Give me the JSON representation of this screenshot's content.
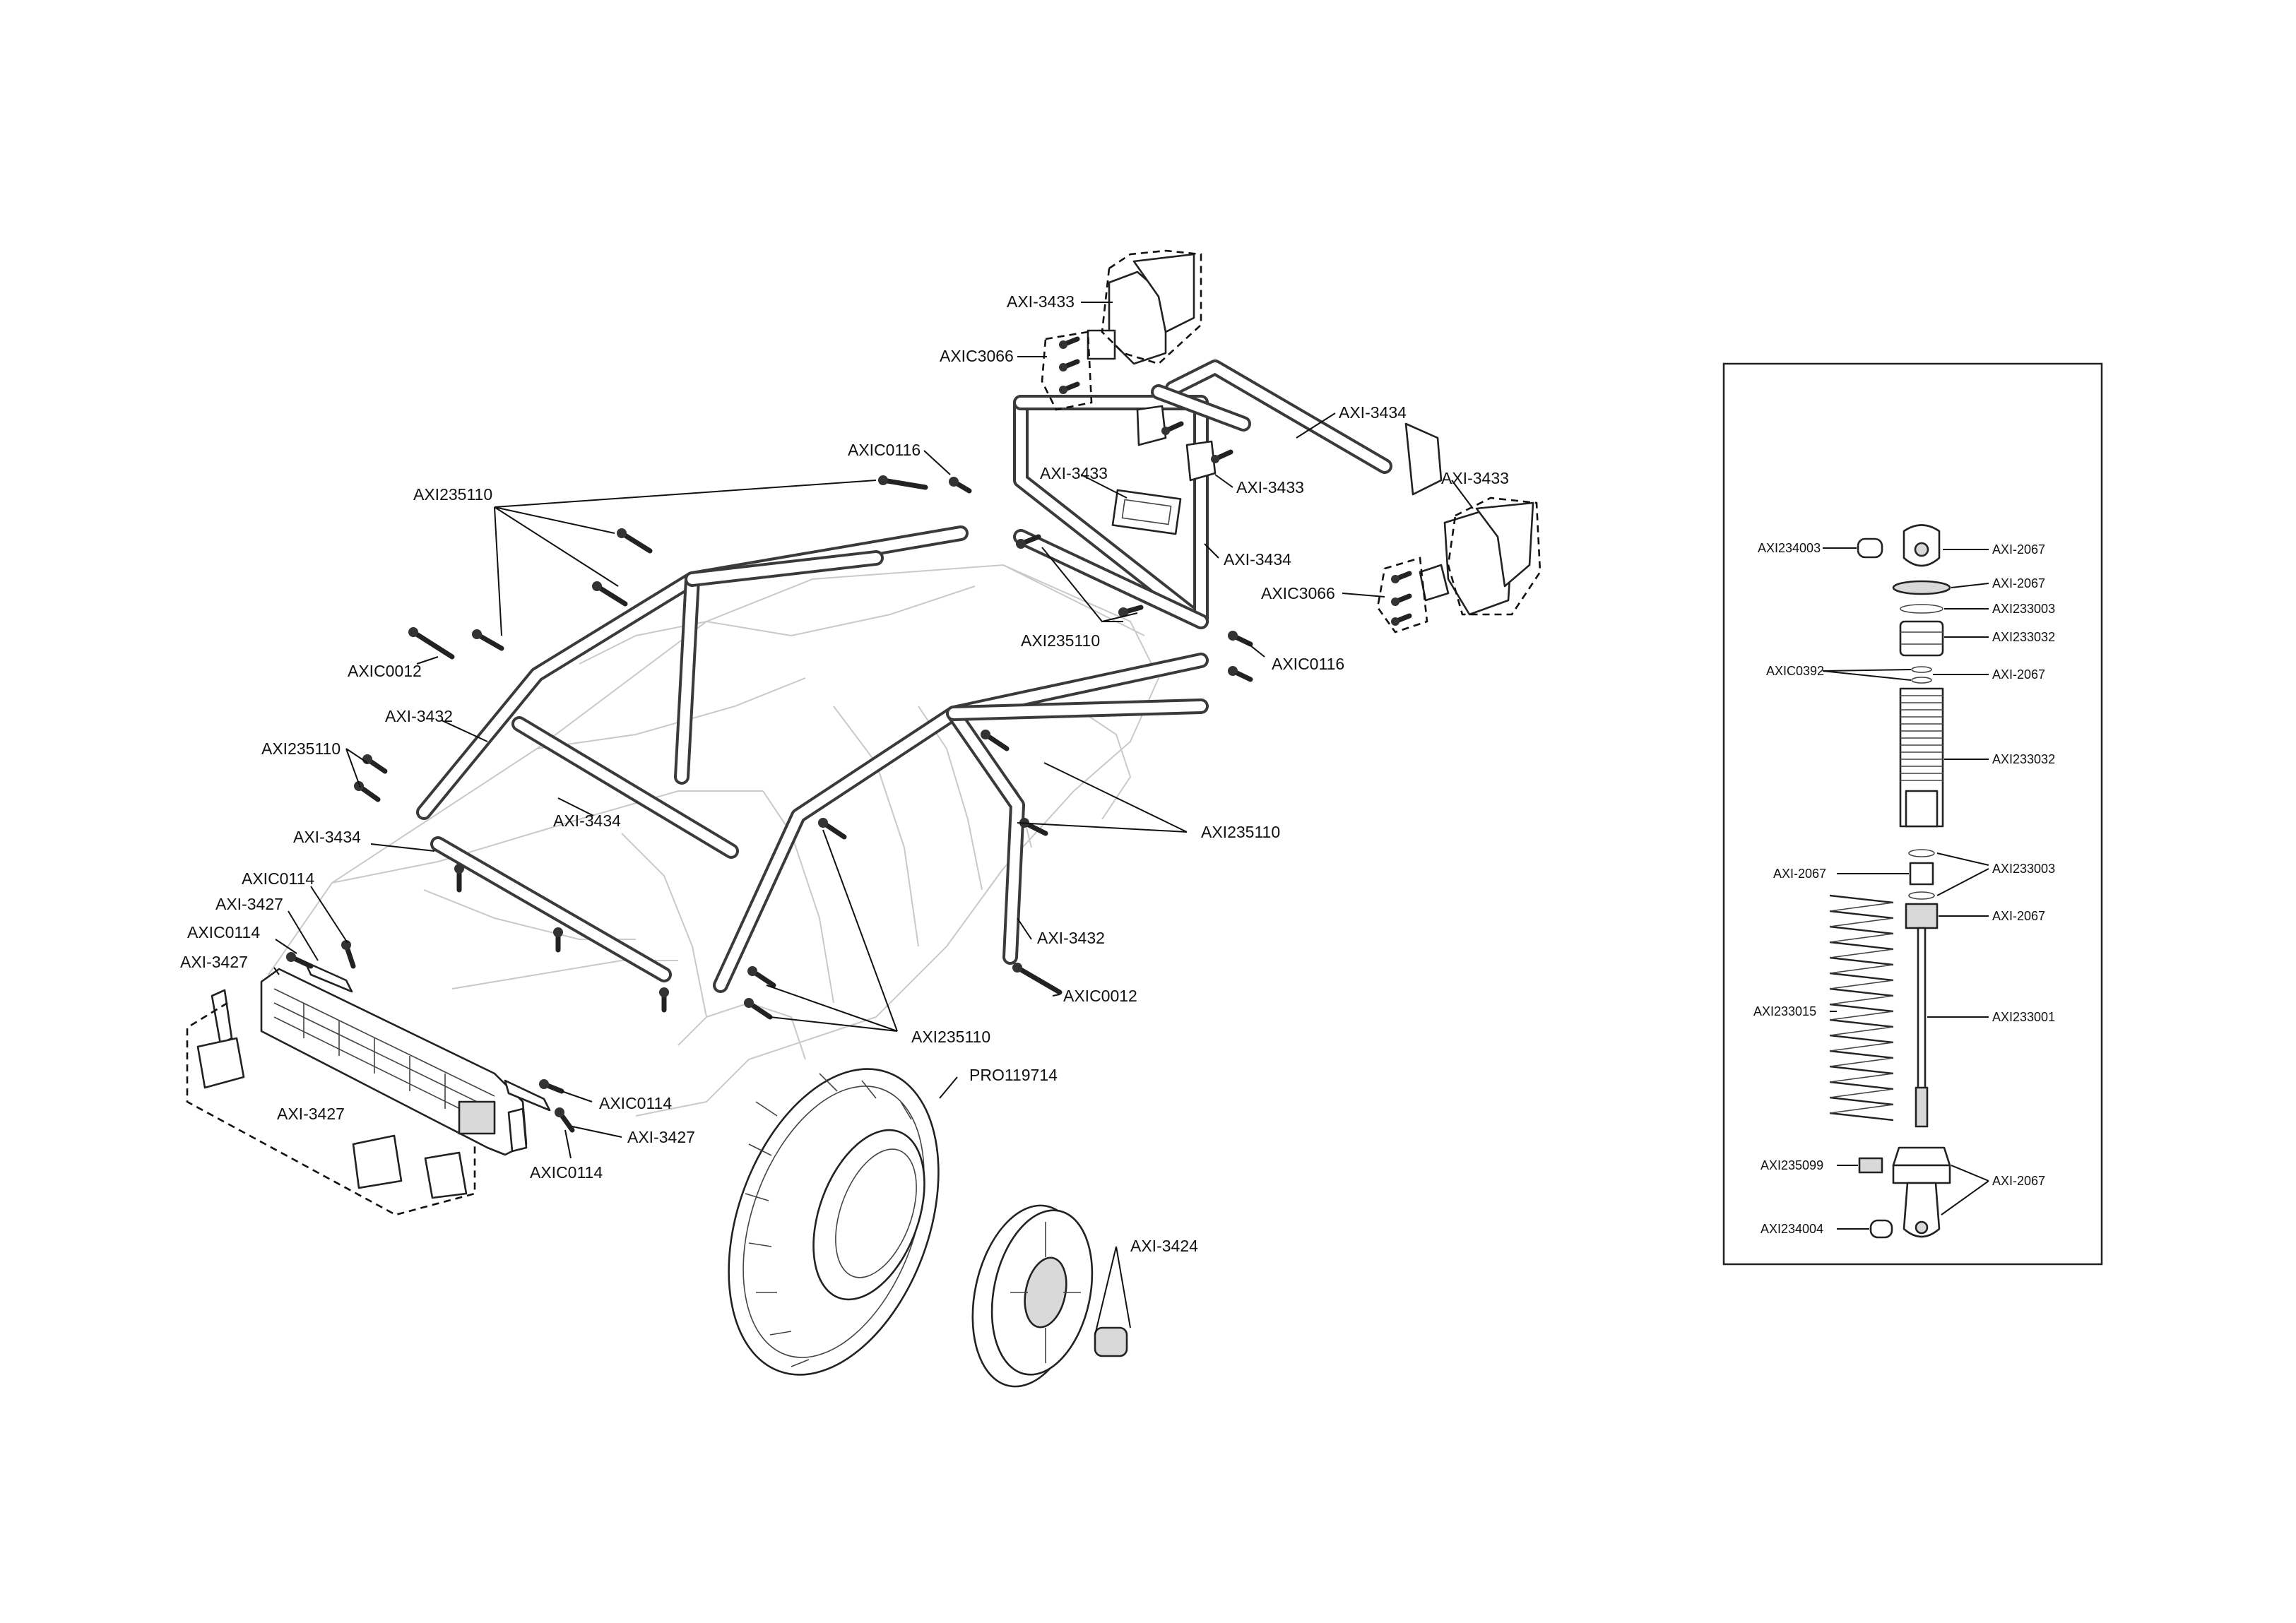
{
  "labels": {
    "axi3433_top": "AXI-3433",
    "axic3066_top": "AXIC3066",
    "axi3434_rear": "AXI-3434",
    "axic0116_top": "AXIC0116",
    "axi235110_topleft": "AXI235110",
    "axi3433_plate": "AXI-3433",
    "axi3433_mid": "AXI-3433",
    "axi3433_right": "AXI-3433",
    "axi3434_frame": "AXI-3434",
    "axic3066_right": "AXIC3066",
    "axi235110_mid": "AXI235110",
    "axic0116_mid": "AXIC0116",
    "axic0012_left": "AXIC0012",
    "axi3432_left": "AXI-3432",
    "axi235110_left": "AXI235110",
    "axi3434_center": "AXI-3434",
    "axi3434_front": "AXI-3434",
    "axi235110_right": "AXI235110",
    "axic0114_a": "AXIC0114",
    "axi3427_a": "AXI-3427",
    "axic0114_b": "AXIC0114",
    "axi3427_b": "AXI-3427",
    "axi3432_right": "AXI-3432",
    "axic0012_right": "AXIC0012",
    "axi235110_bottom": "AXI235110",
    "pro119714": "PRO119714",
    "axi3427_group": "AXI-3427",
    "axic0114_c": "AXIC0114",
    "axi3427_c": "AXI-3427",
    "axic0114_d": "AXIC0114",
    "axi3424": "AXI-3424"
  },
  "shock_labels": {
    "axi234003": "AXI234003",
    "axi2067_a": "AXI-2067",
    "axi2067_b": "AXI-2067",
    "axi233003_a": "AXI233003",
    "axi233032_a": "AXI233032",
    "axic0392": "AXIC0392",
    "axi2067_c": "AXI-2067",
    "axi233032_b": "AXI233032",
    "axi2067_d": "AXI-2067",
    "axi233003_b": "AXI233003",
    "axi2067_e": "AXI-2067",
    "axi233015": "AXI233015",
    "axi233001": "AXI233001",
    "axi235099": "AXI235099",
    "axi2067_f": "AXI-2067",
    "axi234004": "AXI234004"
  }
}
